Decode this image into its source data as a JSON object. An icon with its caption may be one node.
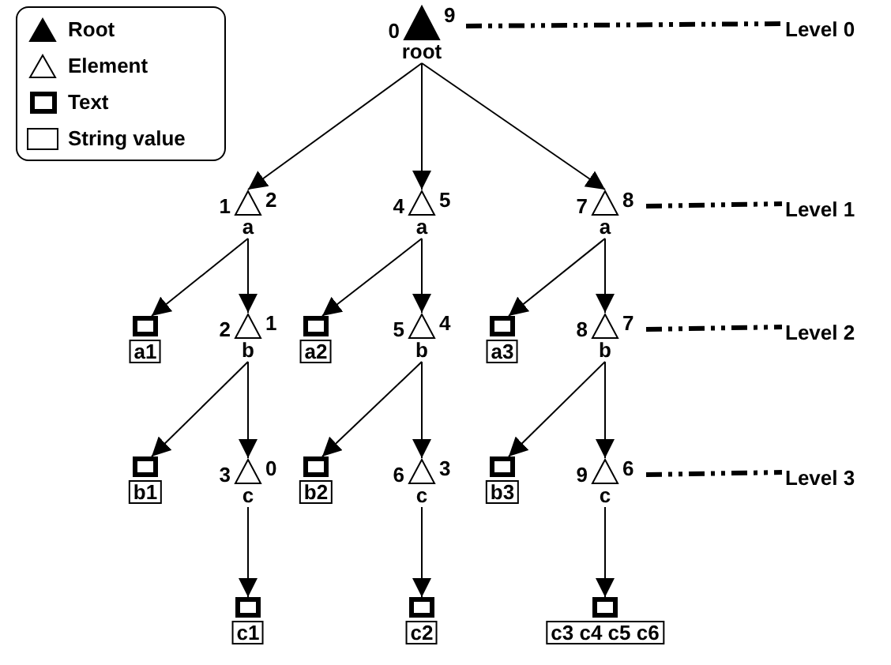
{
  "diagram": {
    "nodes": [
      {
        "text": [
          "root"
        ],
        "beside": [
          "0",
          "9"
        ]
      },
      {
        "text": [
          "Level 0"
        ]
      },
      {
        "text": [
          "a"
        ],
        "beside": [
          "1",
          "2"
        ]
      },
      {
        "text": [
          "a"
        ],
        "beside": [
          "4",
          "5"
        ]
      },
      {
        "text": [
          "a"
        ],
        "beside": [
          "7",
          "8"
        ]
      },
      {
        "text": [
          "Level 1"
        ]
      },
      {
        "text": [],
        "shape": "box",
        "beside": [
          "a1"
        ]
      },
      {
        "text": [
          "b"
        ],
        "beside": [
          "2",
          "1"
        ]
      },
      {
        "text": [],
        "shape": "box",
        "beside": [
          "a2"
        ]
      },
      {
        "text": [
          "b"
        ],
        "beside": [
          "5",
          "4"
        ]
      },
      {
        "text": [],
        "shape": "box",
        "beside": [
          "a3"
        ]
      },
      {
        "text": [
          "b"
        ],
        "beside": [
          "8",
          "7"
        ]
      },
      {
        "text": [
          "Level 2"
        ]
      },
      {
        "text": [],
        "shape": "box",
        "beside": [
          "b1"
        ]
      },
      {
        "text": [
          "c"
        ],
        "beside": [
          "3",
          "0"
        ]
      },
      {
        "text": [],
        "shape": "box",
        "beside": [
          "b2"
        ]
      },
      {
        "text": [
          "c"
        ],
        "beside": [
          "6",
          "3"
        ]
      },
      {
        "text": [],
        "shape": "box",
        "beside": [
          "b3"
        ]
      },
      {
        "text": [
          "c"
        ],
        "beside": [
          "9",
          "6"
        ]
      },
      {
        "text": [
          "Level 3"
        ]
      },
      {
        "text": [],
        "shape": "box",
        "beside": [
          "c1"
        ]
      },
      {
        "text": [],
        "shape": "box",
        "beside": [
          "c2"
        ]
      },
      {
        "text": [],
        "shape": "box",
        "beside": [
          "c3 c4 c5 c6"
        ]
      }
    ],
    "edges": [
      {
        "from": 0,
        "to": 1,
        "arrow": "none",
        "style": "dashed"
      },
      {
        "from": 0,
        "to": 2,
        "arrow": "to"
      },
      {
        "from": 0,
        "to": 3,
        "arrow": "to"
      },
      {
        "from": 0,
        "to": 4,
        "arrow": "to"
      },
      {
        "from": 4,
        "to": 5,
        "arrow": "none",
        "style": "dashed"
      },
      {
        "from": 2,
        "to": 6,
        "arrow": "to"
      },
      {
        "from": 2,
        "to": 7,
        "arrow": "to"
      },
      {
        "from": 3,
        "to": 8,
        "arrow": "to"
      },
      {
        "from": 3,
        "to": 9,
        "arrow": "to"
      },
      {
        "from": 4,
        "to": 10,
        "arrow": "to"
      },
      {
        "from": 4,
        "to": 11,
        "arrow": "to"
      },
      {
        "from": 11,
        "to": 12,
        "arrow": "none",
        "style": "dashed"
      },
      {
        "from": 7,
        "to": 13,
        "arrow": "to"
      },
      {
        "from": 7,
        "to": 14,
        "arrow": "to"
      },
      {
        "from": 9,
        "to": 15,
        "arrow": "to"
      },
      {
        "from": 9,
        "to": 16,
        "arrow": "to"
      },
      {
        "from": 11,
        "to": 17,
        "arrow": "to"
      },
      {
        "from": 11,
        "to": 18,
        "arrow": "to"
      },
      {
        "from": 18,
        "to": 19,
        "arrow": "none",
        "style": "dashed"
      },
      {
        "from": 14,
        "to": 20,
        "arrow": "to"
      },
      {
        "from": 16,
        "to": 21,
        "arrow": "to"
      },
      {
        "from": 18,
        "to": 22,
        "arrow": "to"
      }
    ],
    "legend": [
      {
        "text": "Root"
      },
      {
        "text": "Element"
      },
      {
        "text": "Text"
      },
      {
        "text": "String value"
      }
    ]
  }
}
